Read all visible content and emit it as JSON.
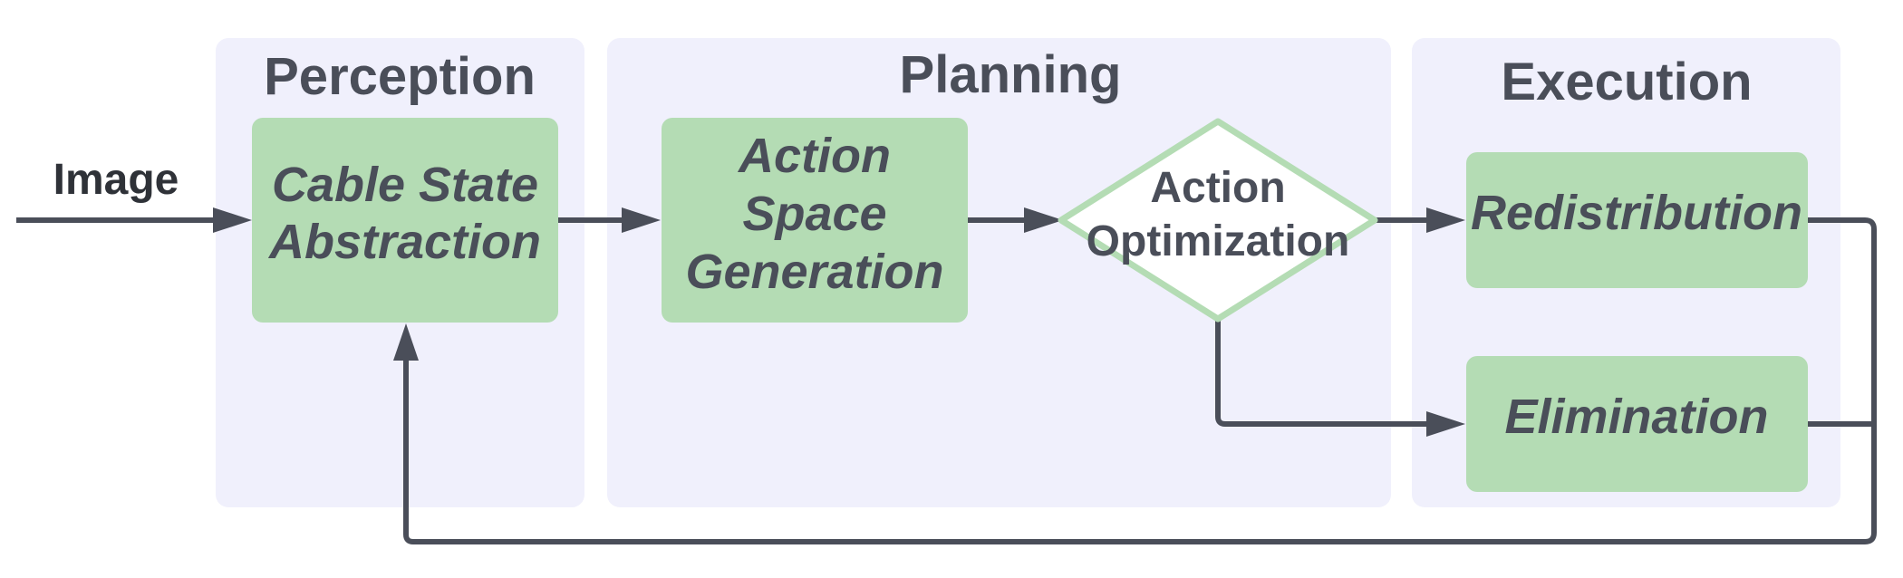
{
  "input_label": "Image",
  "colors": {
    "stage_background": "#f0f0fc",
    "process_node": "#b4dcb4",
    "decision_border": "#b4dcb4",
    "text": "#4a4e59",
    "connector": "#4a4e59"
  },
  "stages": {
    "perception": {
      "title": "Perception"
    },
    "planning": {
      "title": "Planning"
    },
    "execution": {
      "title": "Execution"
    }
  },
  "nodes": {
    "cable_state": {
      "lines": [
        "Cable State",
        "Abstraction"
      ]
    },
    "action_space": {
      "lines": [
        "Action",
        "Space",
        "Generation"
      ]
    },
    "action_optimization": {
      "lines": [
        "Action",
        "Optimization"
      ],
      "shape": "diamond"
    },
    "redistribution": {
      "lines": [
        "Redistribution"
      ]
    },
    "elimination": {
      "lines": [
        "Elimination"
      ]
    }
  },
  "edges": [
    {
      "from": "input",
      "to": "cable_state"
    },
    {
      "from": "cable_state",
      "to": "action_space"
    },
    {
      "from": "action_space",
      "to": "action_optimization"
    },
    {
      "from": "action_optimization",
      "to": "redistribution"
    },
    {
      "from": "action_optimization",
      "to": "elimination"
    },
    {
      "from": "redistribution",
      "to": "cable_state",
      "type": "feedback"
    },
    {
      "from": "elimination",
      "to": "cable_state",
      "type": "feedback"
    }
  ]
}
